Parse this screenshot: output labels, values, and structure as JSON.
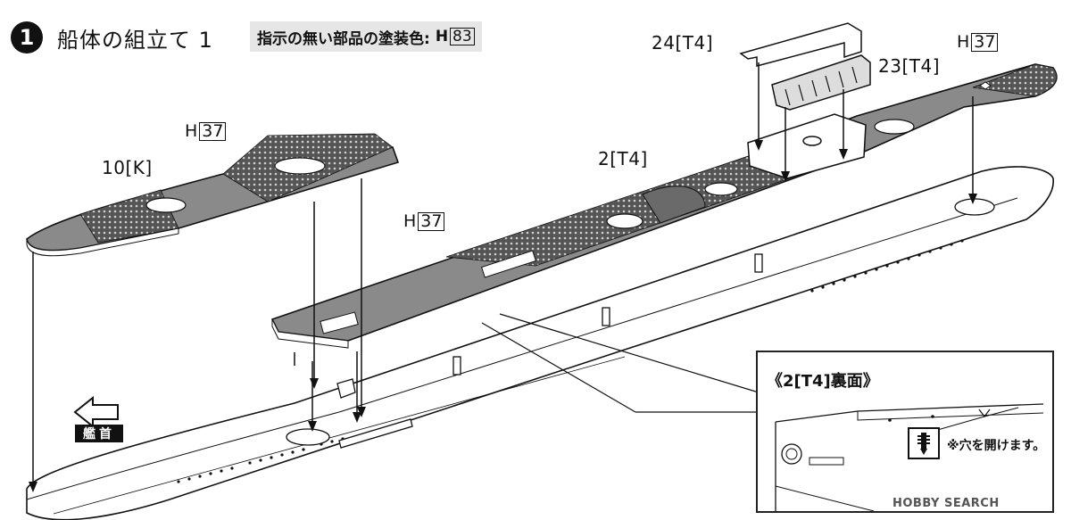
{
  "step": {
    "number": "1",
    "title": "船体の組立て 1"
  },
  "paint_note": {
    "text": "指示の無い部品の塗装色:",
    "prefix": "H",
    "code": "83"
  },
  "parts": {
    "forward_deck": "10[K]",
    "mid_deck": "2[T4]",
    "aft_deck": "23[T4]",
    "aft_structure": "24[T4]"
  },
  "paints": {
    "forward_deck": {
      "prefix": "H",
      "code": "37"
    },
    "mid_deck": {
      "prefix": "H",
      "code": "37"
    },
    "aft_deck": {
      "prefix": "H",
      "code": "37"
    }
  },
  "bow_label": "艦首",
  "inset": {
    "title": "《2[T4]裏面》",
    "drill_note": "※穴を開けます。"
  },
  "watermark": "HOBBY SEARCH",
  "colors": {
    "deck_gray": "#8a8a8a",
    "linoleum_dark": "#5c5c5c",
    "hull_white": "#ffffff",
    "line": "#111111",
    "note_bg": "#e6e6e6"
  }
}
